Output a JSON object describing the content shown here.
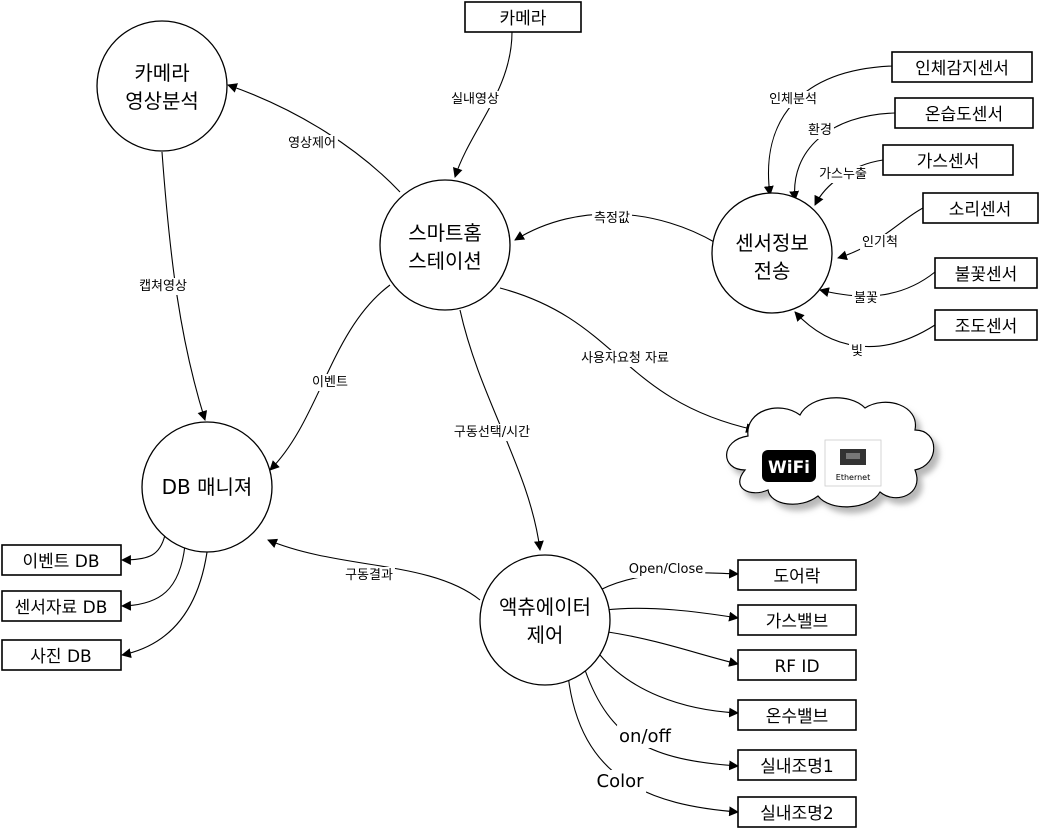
{
  "nodes": {
    "camera_analysis": {
      "line1": "카메라",
      "line2": "영상분석"
    },
    "smart_home": {
      "line1": "스마트홈",
      "line2": "스테이션"
    },
    "sensor_tx": {
      "line1": "센서정보",
      "line2": "전송"
    },
    "db_manager": {
      "line1": "DB 매니져"
    },
    "actuator": {
      "line1": "액츄에이터",
      "line2": "제어"
    }
  },
  "boxes": {
    "camera": "카메라",
    "human_sensor": "인체감지센서",
    "temp_humidity_sensor": "온습도센서",
    "gas_sensor": "가스센서",
    "sound_sensor": "소리센서",
    "flame_sensor": "불꽃센서",
    "light_sensor": "조도센서",
    "event_db": "이벤트 DB",
    "sensor_db": "센서자료 DB",
    "photo_db": "사진 DB",
    "door_lock": "도어락",
    "gas_valve": "가스밸브",
    "rfid": "RF ID",
    "water_valve": "온수밸브",
    "light1": "실내조명1",
    "light2": "실내조명2"
  },
  "edge_labels": {
    "indoor_video": "실내영상",
    "video_control": "영상제어",
    "capture_video": "캡쳐영상",
    "measured_value": "측정값",
    "event": "이벤트",
    "user_request": "사용자요청 자료",
    "drive_select": "구동선택/시간",
    "drive_result": "구동결과",
    "human_analysis": "인체분석",
    "environment": "환경",
    "gas_leak": "가스누출",
    "presence": "인기척",
    "flame": "불꽃",
    "light": "빛",
    "open_close": "Open/Close",
    "on_off": "on/off",
    "color": "Color"
  },
  "cloud": {
    "wifi_label": "WiFi",
    "ethernet_label": "Ethernet"
  }
}
